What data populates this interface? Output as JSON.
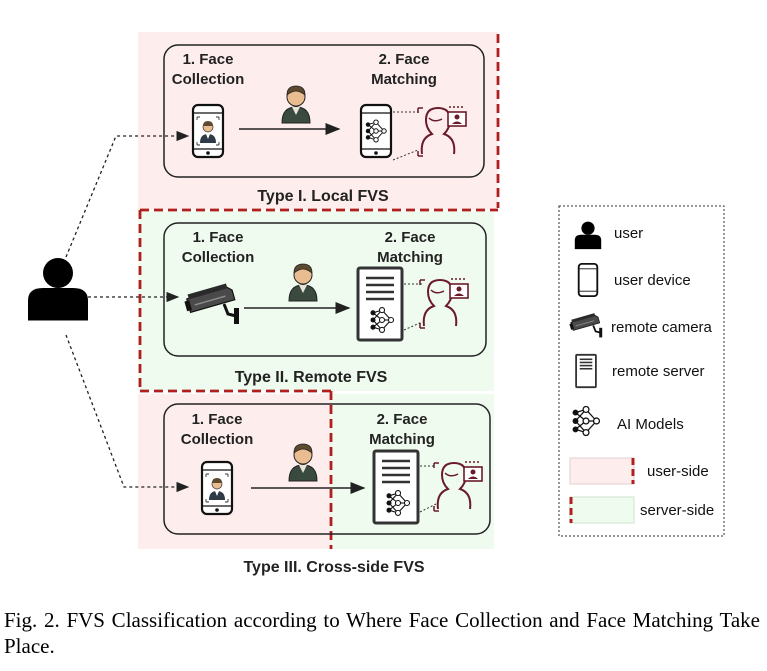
{
  "panels": {
    "type1": {
      "step1": [
        "1. Face",
        "Collection"
      ],
      "step2": [
        "2. Face",
        "Matching"
      ],
      "title": "Type I. Local FVS"
    },
    "type2": {
      "step1": [
        "1. Face",
        "Collection"
      ],
      "step2": [
        "2. Face",
        "Matching"
      ],
      "title": "Type II. Remote FVS"
    },
    "type3": {
      "step1": [
        "1. Face",
        "Collection"
      ],
      "step2": [
        "2. Face",
        "Matching"
      ],
      "title": "Type III. Cross-side FVS"
    }
  },
  "legend": {
    "items": [
      {
        "icon": "user-icon",
        "label": "user"
      },
      {
        "icon": "user-device-icon",
        "label": "user device"
      },
      {
        "icon": "remote-camera-icon",
        "label": "remote camera"
      },
      {
        "icon": "remote-server-icon",
        "label": "remote server"
      },
      {
        "icon": "ai-models-icon",
        "label": "AI Models"
      },
      {
        "icon": "user-side-swatch",
        "label": "user-side"
      },
      {
        "icon": "server-side-swatch",
        "label": "server-side"
      }
    ]
  },
  "colors": {
    "user_side": "#fdeeed",
    "server_side": "#effbef",
    "boundary": "#b01e1e",
    "face": "#6b1a2a"
  },
  "caption": "Fig. 2.  FVS Classification according to Where Face Collection and Face Matching Take Place."
}
